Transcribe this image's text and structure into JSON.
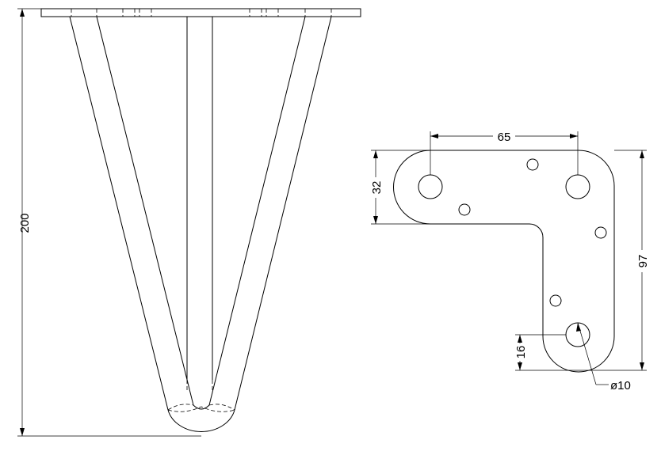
{
  "dimensions": {
    "leg_height": "200",
    "hole_spacing": "65",
    "bracket_arm_width": "32",
    "bracket_height": "97",
    "bottom_hole_offset": "16",
    "hole_diameter": "ø10"
  }
}
